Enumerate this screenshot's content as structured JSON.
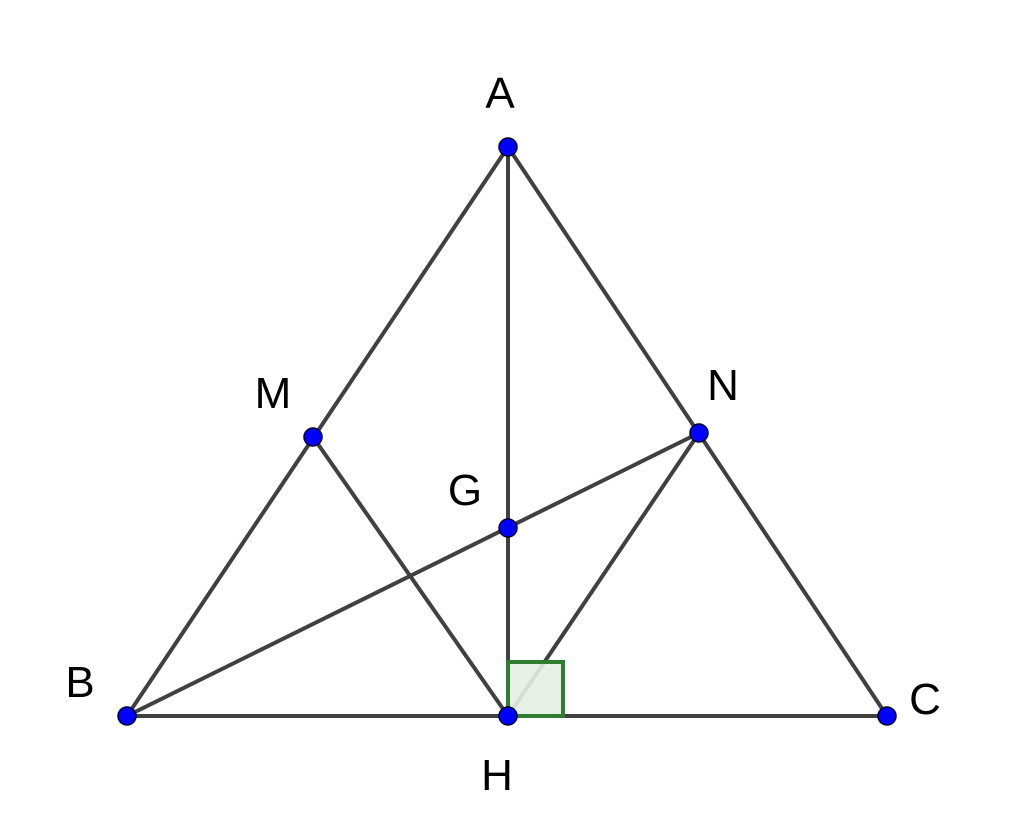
{
  "points": [
    {
      "name": "A"
    },
    {
      "name": "B"
    },
    {
      "name": "C"
    },
    {
      "name": "H"
    },
    {
      "name": "M"
    },
    {
      "name": "N"
    },
    {
      "name": "G"
    }
  ],
  "segments": [
    [
      "A",
      "B"
    ],
    [
      "A",
      "C"
    ],
    [
      "B",
      "C"
    ],
    [
      "A",
      "H"
    ],
    [
      "M",
      "H"
    ],
    [
      "N",
      "H"
    ],
    [
      "B",
      "N"
    ]
  ],
  "right_angle_at": "H",
  "colors": {
    "line": "#404040",
    "point": "#0000ff",
    "right_angle_stroke": "#2e7d32",
    "right_angle_fill": "#e6efe3"
  }
}
